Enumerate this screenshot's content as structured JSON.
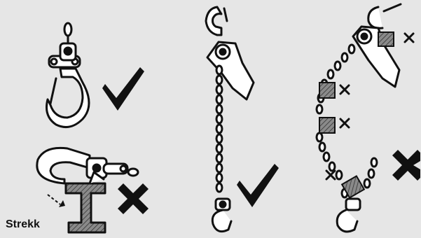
{
  "caption": "Strekk",
  "panels": [
    {
      "depicts": "hook-on-bracket",
      "mark": "check-mark"
    },
    {
      "depicts": "hook-on-beam-edge",
      "mark": "cross-mark"
    },
    {
      "depicts": "straight-chain-hoist",
      "mark": "check-mark"
    },
    {
      "depicts": "chain-over-edges",
      "mark": "cross-mark"
    }
  ],
  "colors": {
    "background": "#e6e6e6",
    "line": "#111111",
    "fill": "#ffffff",
    "hatch": "#777777"
  }
}
